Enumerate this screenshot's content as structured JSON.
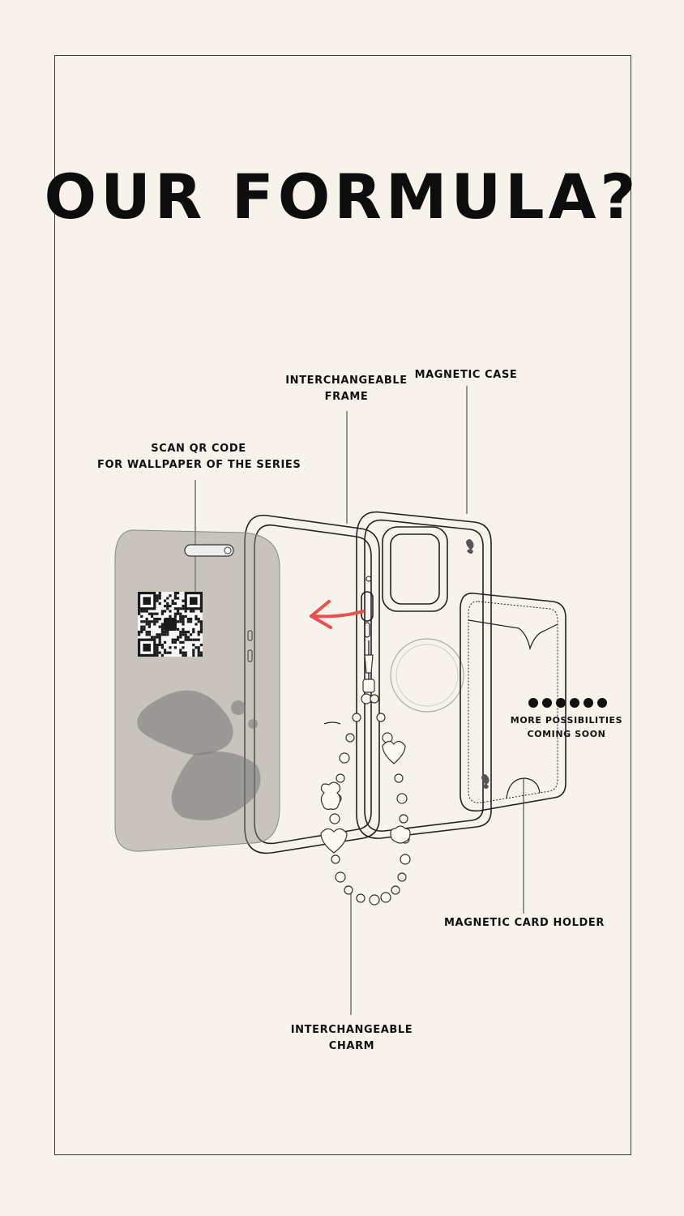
{
  "title": "OUR FORMULA?",
  "labels": {
    "frame": [
      "INTERCHANGEABLE",
      "FRAME"
    ],
    "case": [
      "MAGNETIC CASE"
    ],
    "qr": [
      "SCAN QR CODE",
      "FOR WALLPAPER OF THE SERIES"
    ],
    "more": [
      "MORE POSSIBILITIES",
      "COMING SOON"
    ],
    "card_holder": [
      "MAGNETIC CARD HOLDER"
    ],
    "charm": [
      "INTERCHANGEABLE",
      "CHARM"
    ]
  },
  "colors": {
    "background": "#f7f3ec",
    "ink": "#111111",
    "arrow": "#e8504d",
    "screen_tint": "#8f8a84"
  },
  "dots_count": 6
}
